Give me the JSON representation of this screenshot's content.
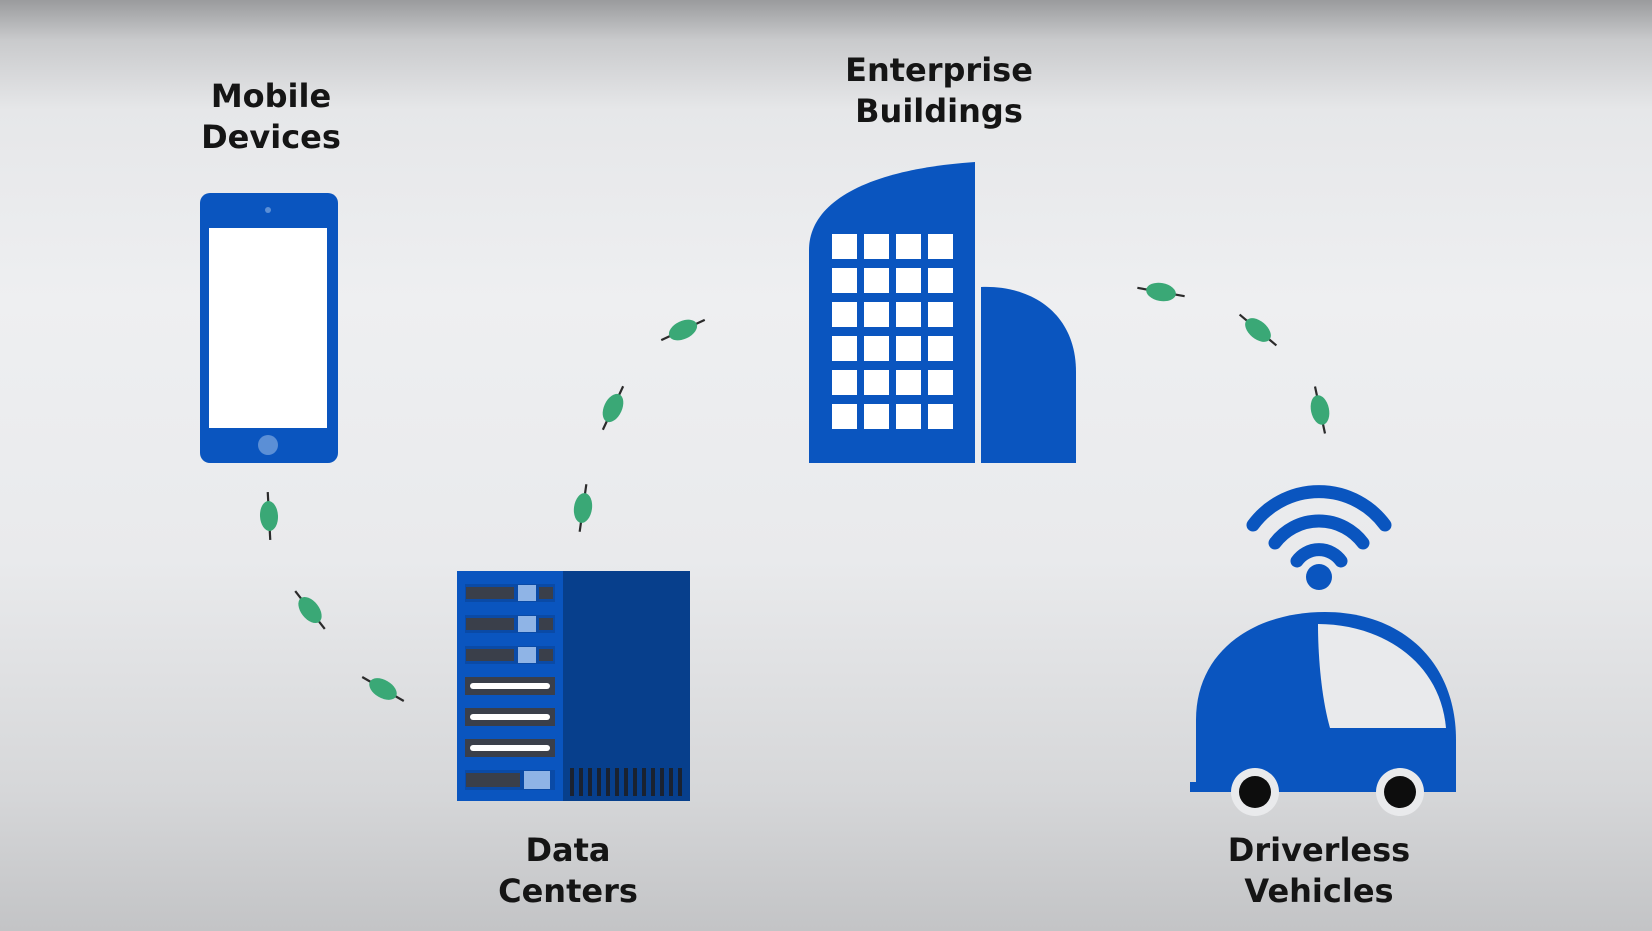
{
  "labels": {
    "mobile": [
      "Mobile",
      "Devices"
    ],
    "enterprise": [
      "Enterprise",
      "Buildings"
    ],
    "datacenters": [
      "Data",
      "Centers"
    ],
    "vehicles": [
      "Driverless",
      "Vehicles"
    ]
  },
  "icons": {
    "mobile": "smartphone-icon",
    "enterprise": "office-building-icon",
    "datacenters": "server-rack-icon",
    "vehicles": "autonomous-car-icon",
    "signal": "wifi-signal-icon",
    "connector": "data-link-icon"
  },
  "colors": {
    "primary_blue": "#0a55bf",
    "dark_blue": "#073f8c",
    "link_green": "#3aa876",
    "background": "#eeeff1"
  }
}
